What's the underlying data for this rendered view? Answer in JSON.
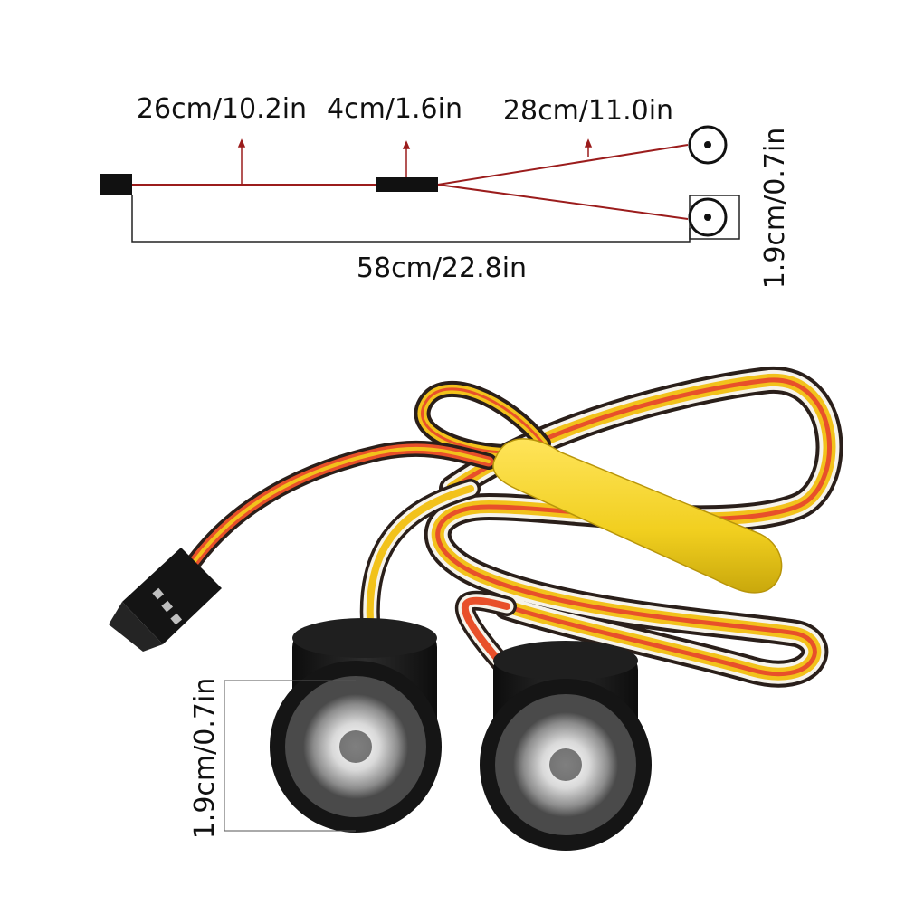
{
  "diagram": {
    "labels": {
      "segment_1": "26cm/10.2in",
      "segment_2": "4cm/1.6in",
      "segment_3": "28cm/11.0in",
      "total_length": "58cm/22.8in",
      "lens_diameter_top": "1.9cm/0.7in",
      "lens_diameter_photo": "1.9cm/0.7in"
    },
    "colors": {
      "wire_line": "#9b1c1c",
      "outline": "#222222",
      "connector": "#111111",
      "wire_yellow": "#f2c21b",
      "wire_red": "#e8502a",
      "wire_black": "#2a1f1a",
      "wire_white": "#f6f3ea",
      "controller_sleeve": "#f1cf1f",
      "led_housing": "#1c1c1c"
    }
  }
}
